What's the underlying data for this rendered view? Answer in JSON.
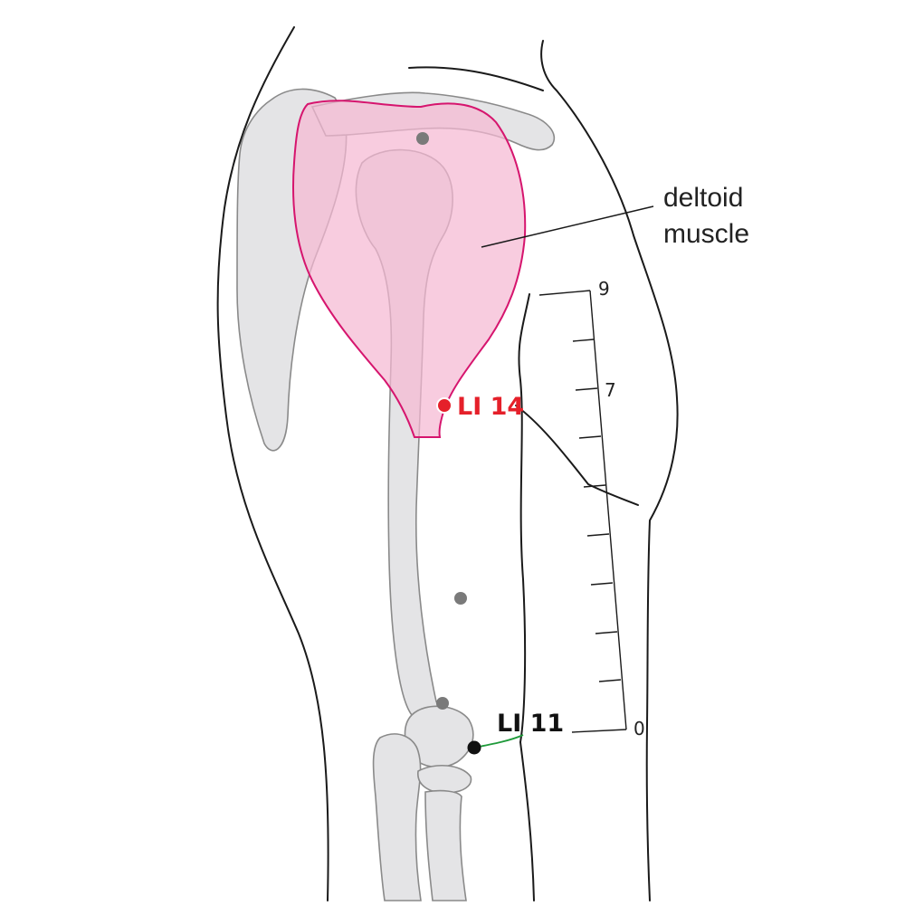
{
  "labels": {
    "muscle_line1": "deltoid",
    "muscle_line2": "muscle",
    "point_li14": "LI 14",
    "point_li11": "LI 11"
  },
  "scale": {
    "tick_labels": [
      "9",
      "7",
      "0"
    ]
  },
  "colors": {
    "outline": "#1a1a1a",
    "bone_fill": "#e4e4e6",
    "bone_stroke": "#8a8a8a",
    "muscle_fill": "#f5b9d2",
    "muscle_stroke": "#d6156e",
    "li14_red": "#e5202a",
    "li11_black": "#111111",
    "gray_point": "#7a7a7a",
    "green_line": "#1f9a3a"
  }
}
